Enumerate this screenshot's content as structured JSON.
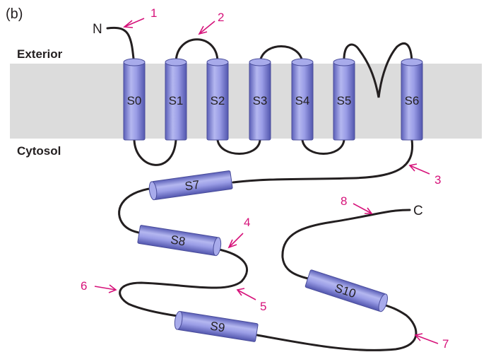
{
  "figure": {
    "panel_label": "(b)",
    "regions": {
      "exterior": "Exterior",
      "cytosol": "Cytosol"
    },
    "termini": {
      "n_terminus": "N",
      "c_terminus": "C"
    },
    "colors": {
      "membrane": "#dcdcdc",
      "helix_fill": "#8a8ee0",
      "helix_edge": "#4a4d9a",
      "loop_line": "#231f20",
      "callout": "#d6127a"
    },
    "transmembrane_segments": [
      "S0",
      "S1",
      "S2",
      "S3",
      "S4",
      "S5",
      "S6"
    ],
    "cytosolic_segments": [
      "S7",
      "S8",
      "S9",
      "S10"
    ],
    "callouts": [
      "1",
      "2",
      "3",
      "4",
      "5",
      "6",
      "7",
      "8"
    ]
  }
}
